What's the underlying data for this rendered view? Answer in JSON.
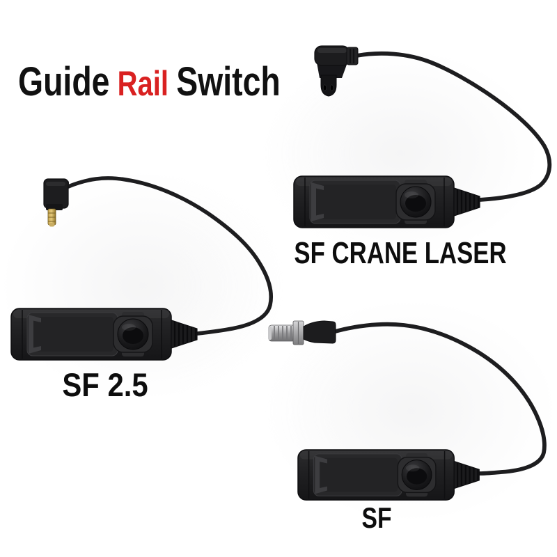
{
  "page": {
    "background": "#ffffff"
  },
  "title": {
    "part1": "Guide",
    "part2": "Rail",
    "part3": "Switch",
    "text_color": "#111111",
    "accent_color": "#d92121"
  },
  "products": [
    {
      "id": "sf-crane-laser",
      "label": "SF CRANE LASER",
      "illustration": "rail-mount tape switch, curved cable, right-angle crane laser plug with two pin holes"
    },
    {
      "id": "sf-2-5",
      "label": "SF 2.5",
      "illustration": "rail-mount tape switch, curved cable, right-angle 2.5mm plug with gold tip"
    },
    {
      "id": "sf",
      "label": "SF",
      "illustration": "rail-mount tape switch, curved cable, straight threaded SF plug with steel tip"
    }
  ],
  "colors": {
    "switch_body": "#1d1d1f",
    "cable": "#1d1d1f",
    "gold_tip": "#c2a355",
    "steel_plug": "#b4b4b6"
  }
}
